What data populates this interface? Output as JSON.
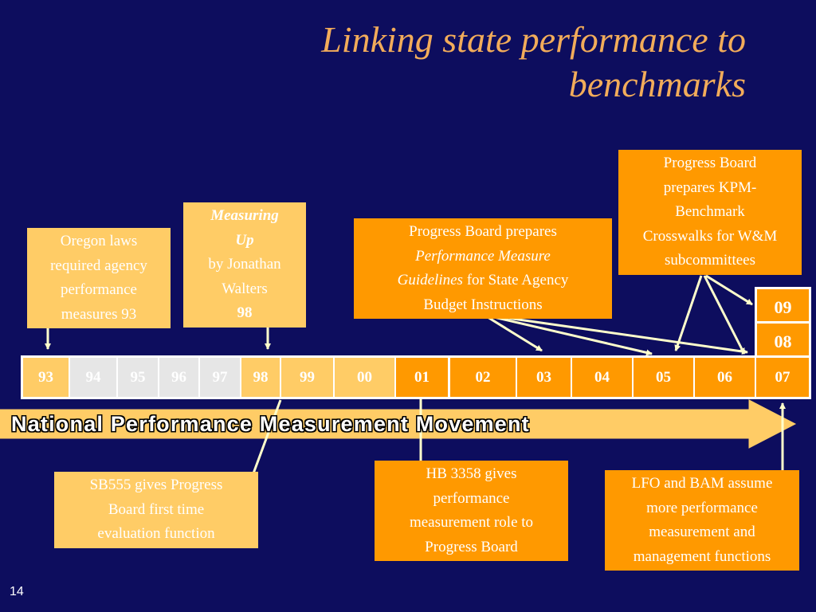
{
  "slide": {
    "title_lines": [
      "Linking state performance to",
      "benchmarks"
    ],
    "page_number": "14"
  },
  "boxes": {
    "oregon_laws": {
      "lines": [
        "Oregon laws",
        "required agency",
        "performance",
        "measures 93"
      ]
    },
    "measuring_up": {
      "title_line1": "Measuring",
      "title_line2": "Up",
      "author_line1": "by Jonathan",
      "author_line2": "Walters",
      "year": "98"
    },
    "guidelines": {
      "line1": "Progress Board prepares",
      "line2_italic": "Performance Measure",
      "line3_italic": "Guidelines",
      "line3_rest": " for State Agency",
      "line4": "Budget Instructions"
    },
    "kpm": {
      "lines": [
        "Progress Board",
        "prepares KPM-",
        "Benchmark",
        "Crosswalks for W&M",
        "subcommittees"
      ]
    },
    "sb555": {
      "lines": [
        "SB555 gives Progress",
        "Board first time",
        "evaluation function"
      ]
    },
    "hb3358": {
      "lines": [
        "HB 3358 gives",
        "performance",
        "measurement role to",
        "Progress Board"
      ]
    },
    "lfo_bam": {
      "lines": [
        "LFO and BAM assume",
        "more performance",
        "measurement and",
        "management functions"
      ]
    }
  },
  "timeline": {
    "years": [
      "93",
      "94",
      "95",
      "96",
      "97",
      "98",
      "99",
      "00",
      "01",
      "02",
      "03",
      "04",
      "05",
      "06",
      "07"
    ],
    "extra_years": [
      "08",
      "09"
    ]
  },
  "band": {
    "label": "National Performance Measurement Movement"
  },
  "colors": {
    "background": "#0d0d5e",
    "title": "#f2ac5a",
    "light_orange": "#ffcc66",
    "dark_orange": "#ff9900",
    "gray": "#e6e6e6",
    "line": "#ffffcc"
  }
}
